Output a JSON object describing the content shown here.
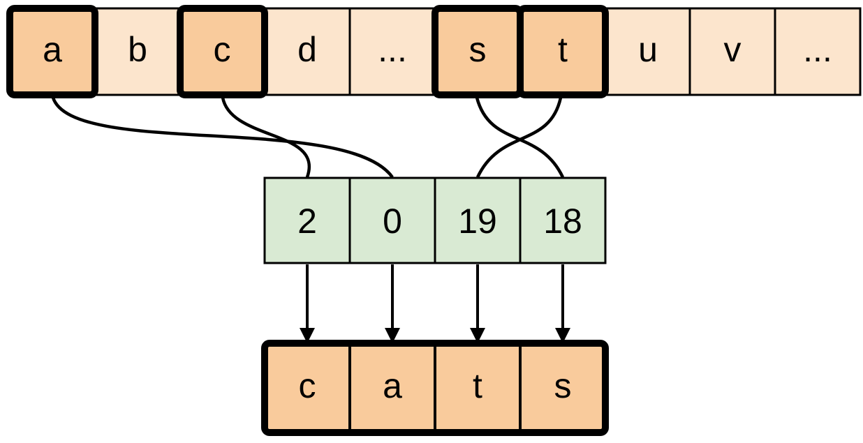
{
  "diagram": {
    "description": "Mapping of alphabet letters to numeric indices used to spell the word cats",
    "colors": {
      "highlight_fill": "#F9CB9C",
      "light_fill": "#FCE5CD",
      "index_fill": "#D9EAD3",
      "stroke": "#000000",
      "background": "#FFFFFF"
    },
    "alphabet_row": {
      "cells": [
        {
          "label": "a",
          "highlighted": true
        },
        {
          "label": "b",
          "highlighted": false
        },
        {
          "label": "c",
          "highlighted": true
        },
        {
          "label": "d",
          "highlighted": false
        },
        {
          "label": "...",
          "highlighted": false
        },
        {
          "label": "s",
          "highlighted": true
        },
        {
          "label": "t",
          "highlighted": true
        },
        {
          "label": "u",
          "highlighted": false
        },
        {
          "label": "v",
          "highlighted": false
        },
        {
          "label": "...",
          "highlighted": false
        }
      ]
    },
    "index_row": {
      "cells": [
        {
          "label": "2"
        },
        {
          "label": "0"
        },
        {
          "label": "19"
        },
        {
          "label": "18"
        }
      ]
    },
    "output_row": {
      "cells": [
        {
          "label": "c"
        },
        {
          "label": "a"
        },
        {
          "label": "t"
        },
        {
          "label": "s"
        }
      ]
    },
    "mappings": [
      {
        "from_letter": "c",
        "to_index": "2"
      },
      {
        "from_letter": "a",
        "to_index": "0"
      },
      {
        "from_letter": "t",
        "to_index": "19"
      },
      {
        "from_letter": "s",
        "to_index": "18"
      }
    ]
  }
}
